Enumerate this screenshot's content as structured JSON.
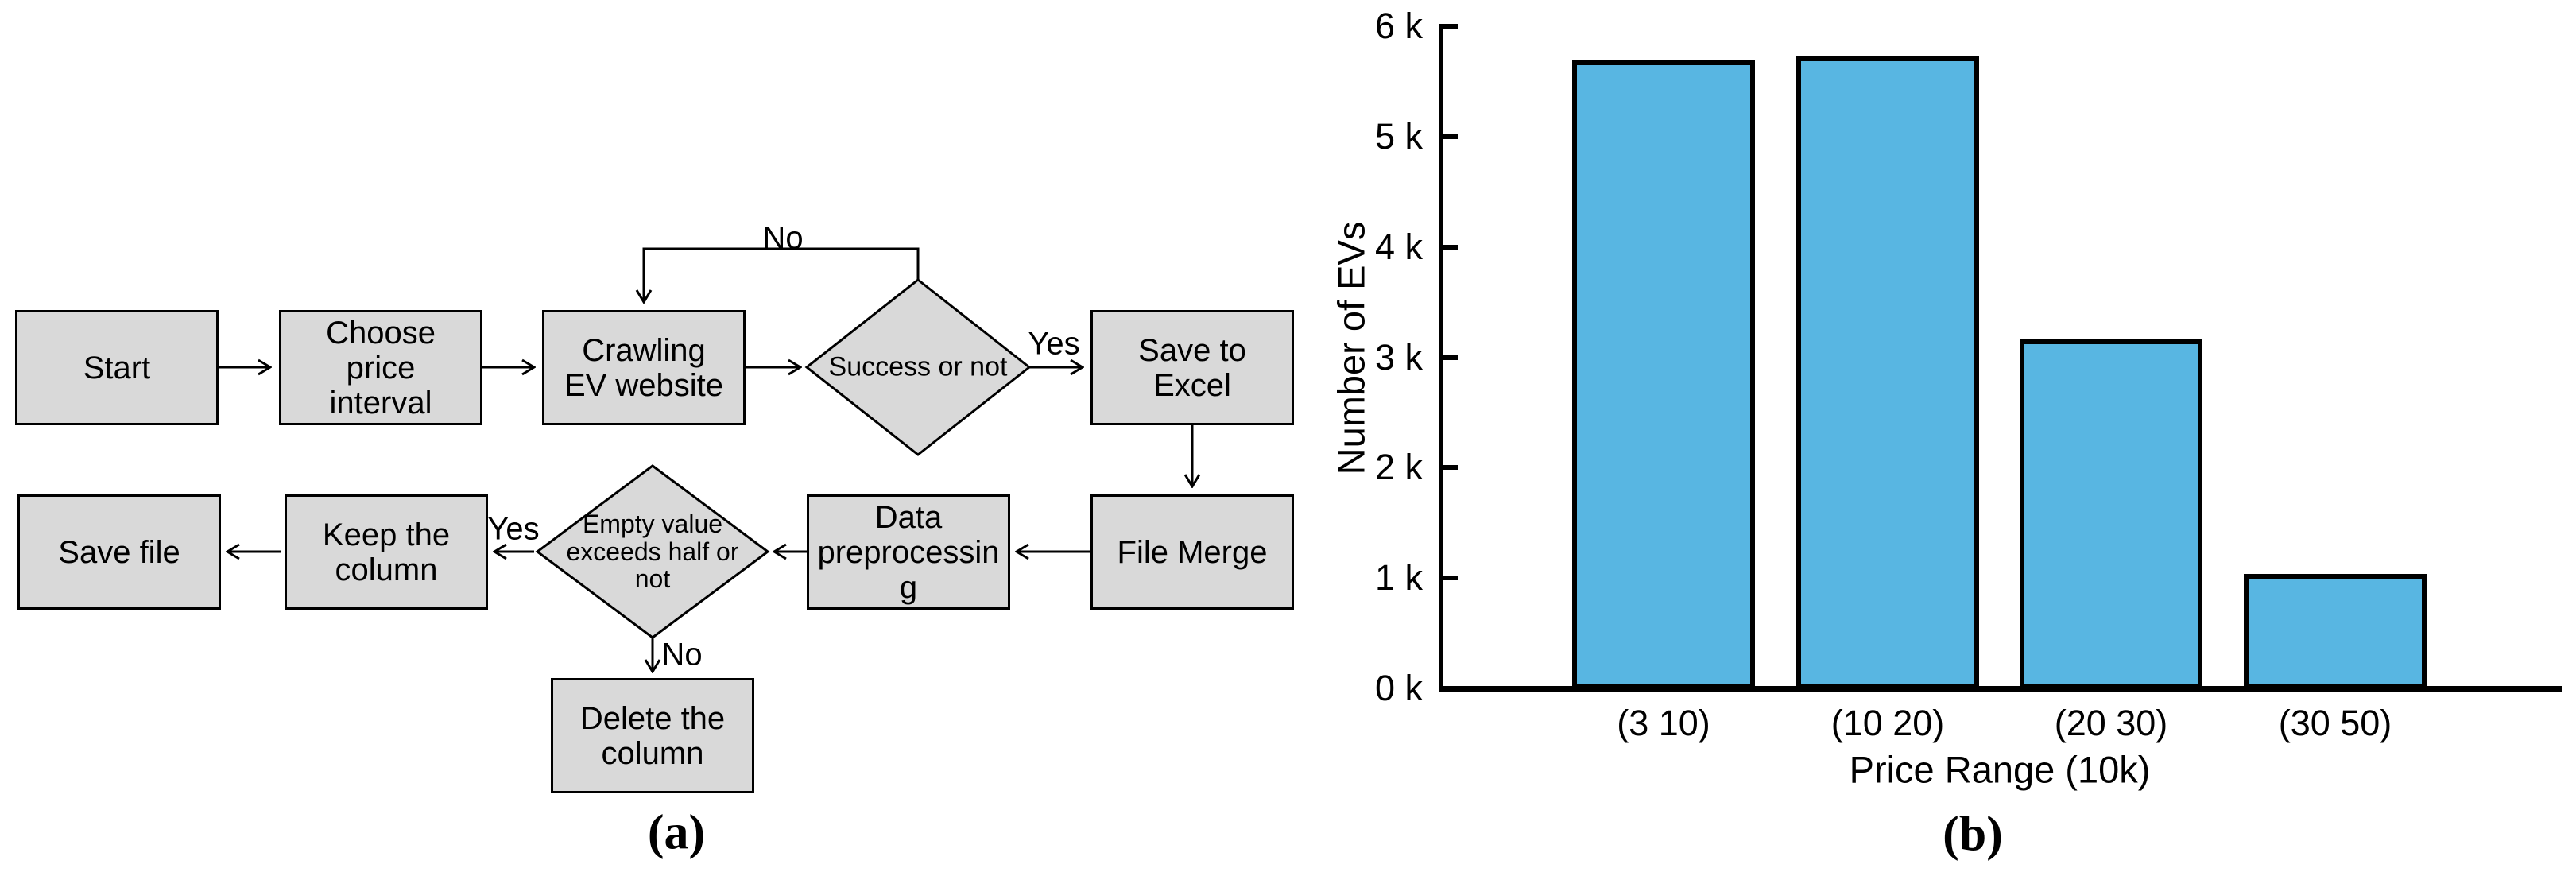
{
  "figure": {
    "panel_a_caption": "(a)",
    "panel_b_caption": "(b)"
  },
  "flowchart": {
    "colors": {
      "node_fill": "#d9d9d9",
      "node_border": "#000000"
    },
    "nodes": {
      "start": {
        "lines": [
          "Start"
        ]
      },
      "choose_price": {
        "lines": [
          "Choose",
          "price",
          "interval"
        ]
      },
      "crawling": {
        "lines": [
          "Crawling",
          "EV website"
        ]
      },
      "success_decision": {
        "lines": [
          "Success or not"
        ]
      },
      "save_excel": {
        "lines": [
          "Save to",
          "Excel"
        ]
      },
      "file_merge": {
        "lines": [
          "File Merge"
        ]
      },
      "data_prep": {
        "lines": [
          "Data",
          "preprocessin",
          "g"
        ]
      },
      "empty_decision": {
        "lines": [
          "Empty value",
          "exceeds half or",
          "not"
        ]
      },
      "keep_column": {
        "lines": [
          "Keep the",
          "column"
        ]
      },
      "save_file": {
        "lines": [
          "Save file"
        ]
      },
      "delete_column": {
        "lines": [
          "Delete the",
          "column"
        ]
      }
    },
    "edge_labels": {
      "no_retry": "No",
      "yes_success": "Yes",
      "yes_keep": "Yes",
      "no_delete": "No"
    }
  },
  "chart_data": {
    "type": "bar",
    "title": "",
    "categories": [
      "(3 10)",
      "(10 20)",
      "(20 30)",
      "(30 50)"
    ],
    "values": [
      5690,
      5730,
      3160,
      1040
    ],
    "xlabel": "Price Range (10k)",
    "ylabel": "Number of EVs",
    "ylim": [
      0,
      6000
    ],
    "y_tick_step": 1000,
    "y_tick_labels": [
      "0 k",
      "1 k",
      "2 k",
      "3 k",
      "4 k",
      "5 k",
      "6 k"
    ],
    "grid": false,
    "legend_position": "none",
    "bar_color": "#58b6e2",
    "bar_border_color": "#000000"
  }
}
